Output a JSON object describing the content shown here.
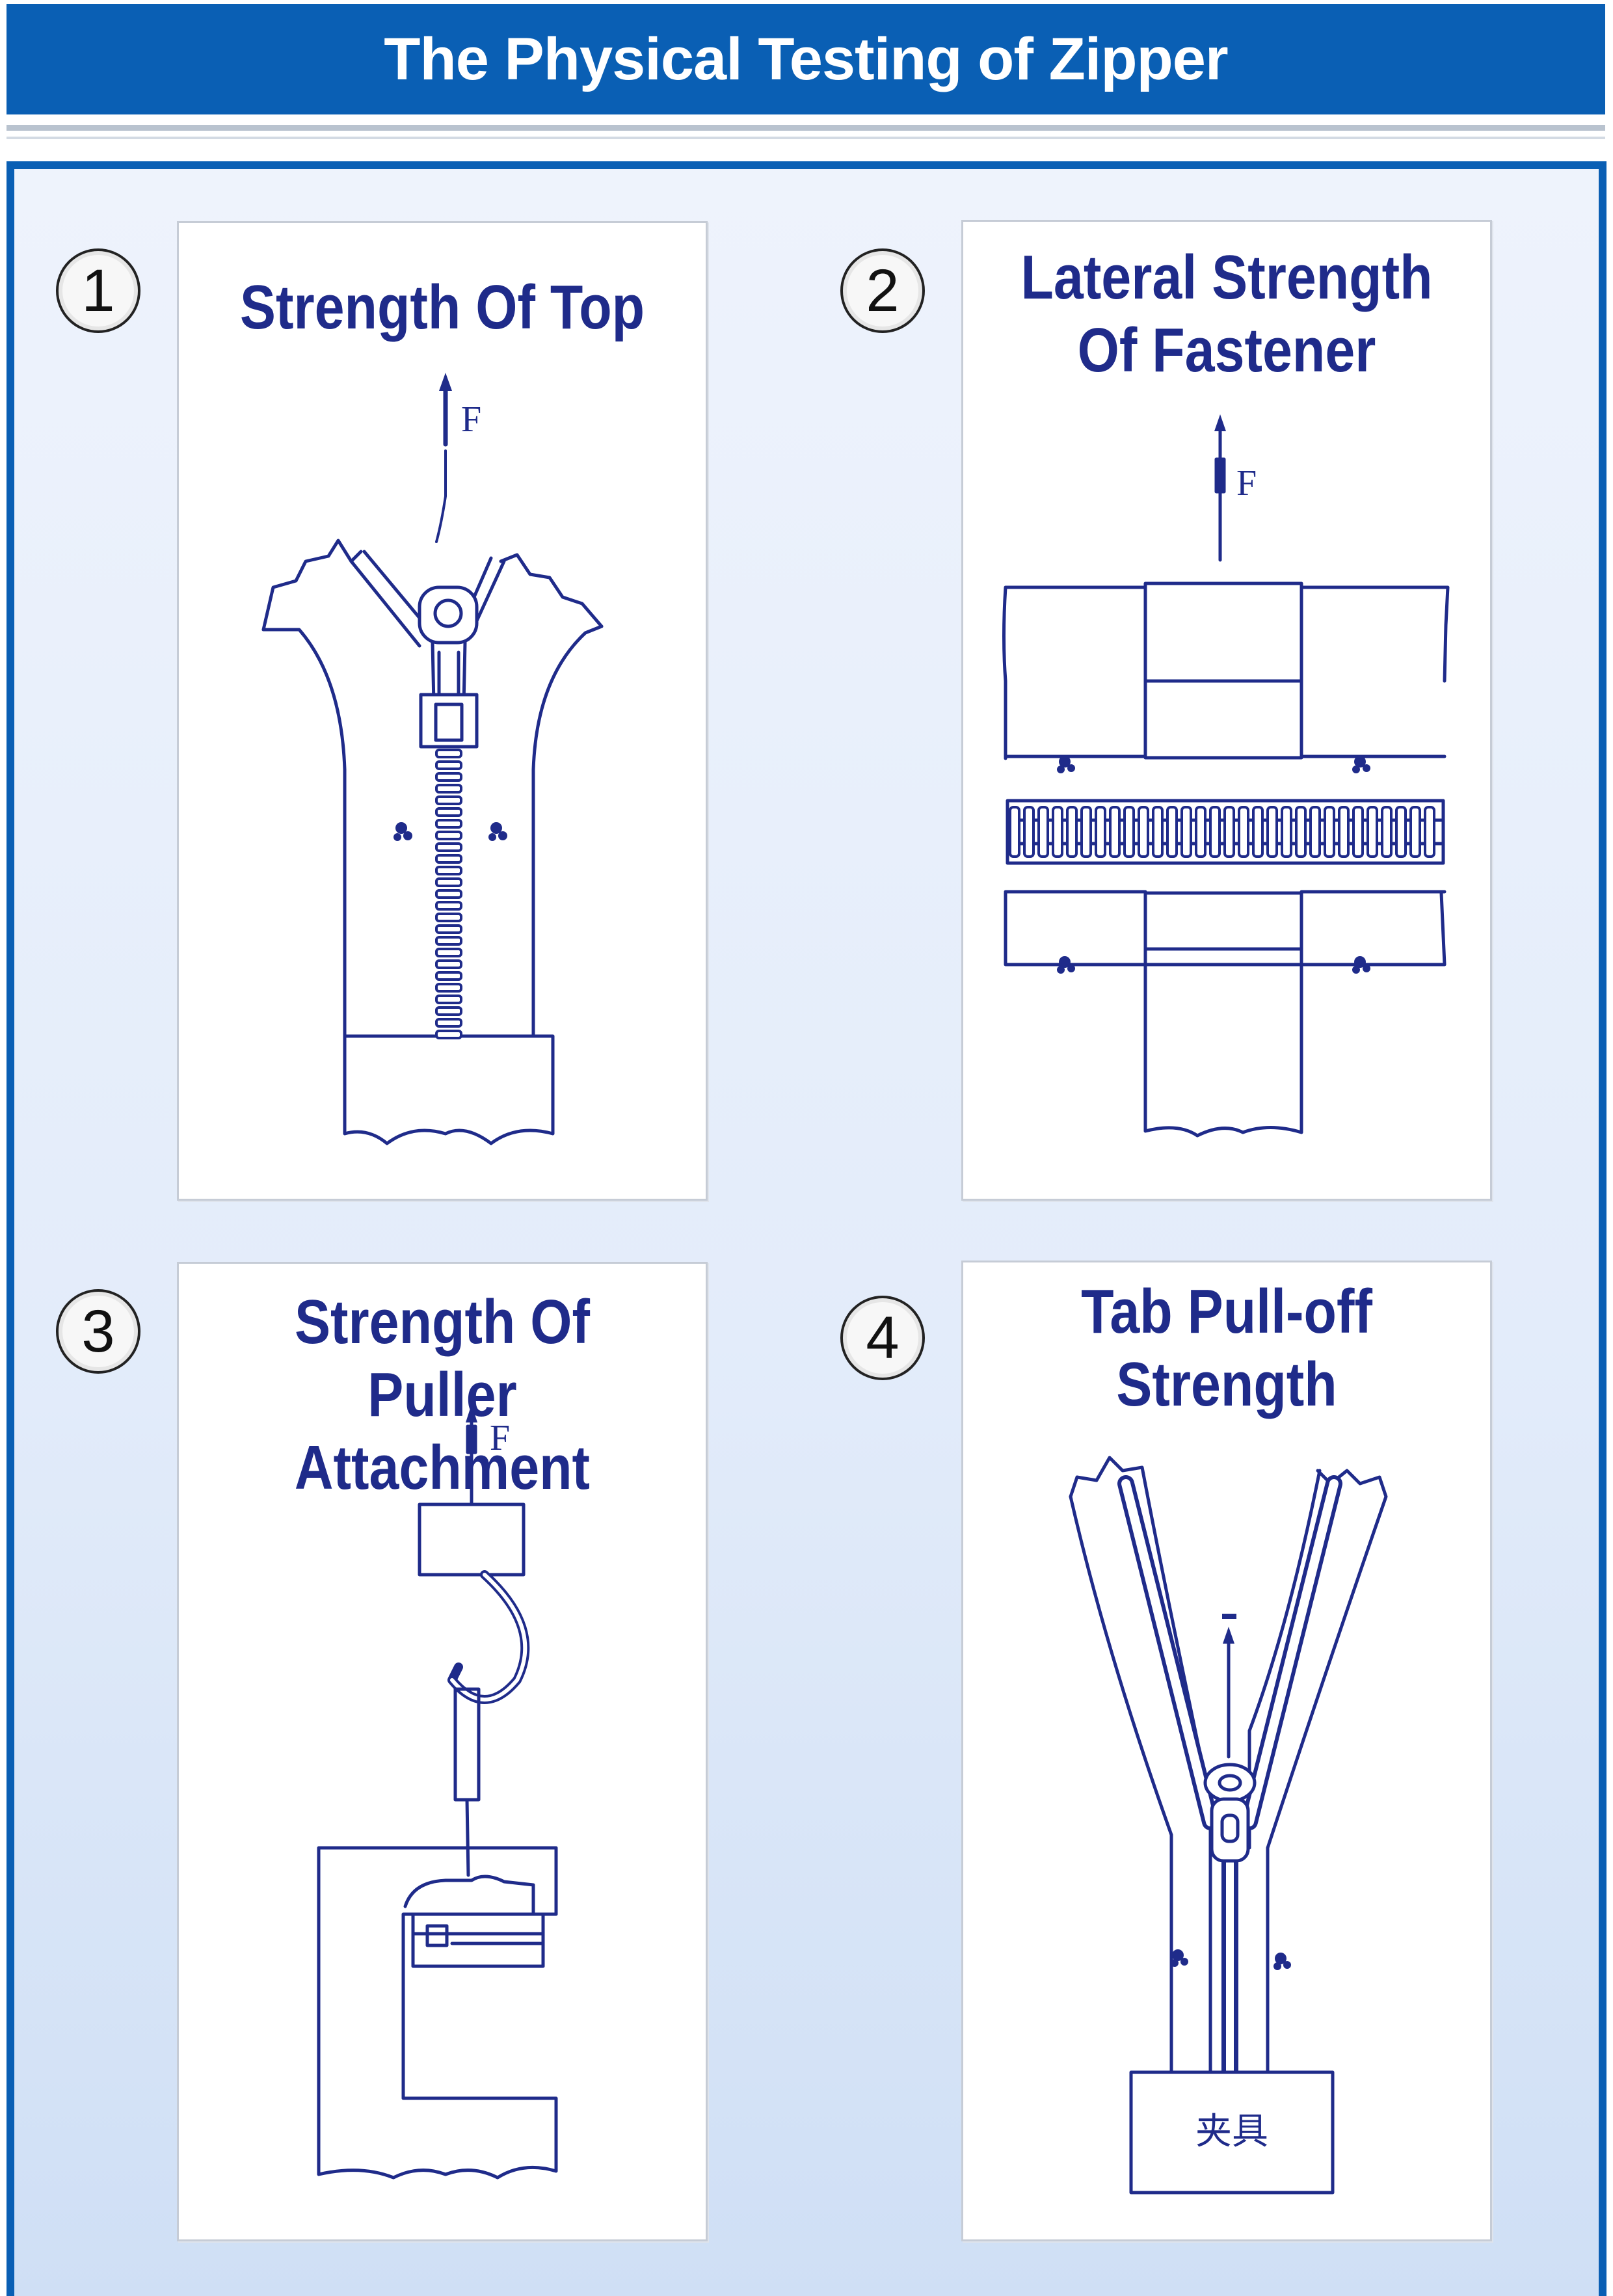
{
  "title": "The Physical Testing of Zipper",
  "colors": {
    "header": "#0a5fb4",
    "ink": "#1f2b8a",
    "card_border": "#c6ccd6",
    "background": "#e3ecfa"
  },
  "tests": [
    {
      "number": "1",
      "title_lines": [
        "Strength Of Top"
      ],
      "force_label": "F"
    },
    {
      "number": "2",
      "title_lines": [
        "Lateral Strength",
        "Of Fastener"
      ],
      "force_label": "F"
    },
    {
      "number": "3",
      "title_lines": [
        "Strength Of",
        "Puller Attachment"
      ],
      "force_label": "F"
    },
    {
      "number": "4",
      "title_lines": [
        "Tab Pull-off",
        "Strength"
      ],
      "clamp_label": "夹具"
    }
  ]
}
